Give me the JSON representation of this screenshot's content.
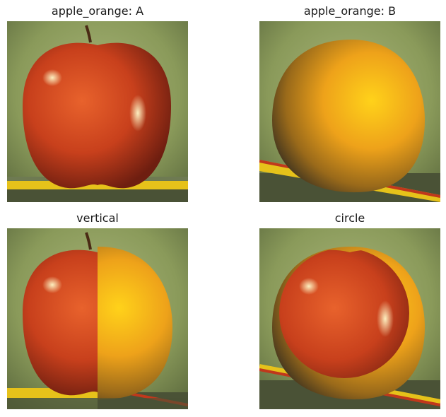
{
  "panels": [
    {
      "id": "a",
      "title": "apple_orange: A",
      "content": "apple"
    },
    {
      "id": "b",
      "title": "apple_orange: B",
      "content": "orange"
    },
    {
      "id": "v",
      "title": "vertical",
      "content": "vertical blend"
    },
    {
      "id": "c",
      "title": "circle",
      "content": "circle blend"
    }
  ],
  "colors": {
    "background_green": "#8a9a5a",
    "apple_red": "#c8401c",
    "orange": "#e69a1a",
    "pencil_yellow": "#e6c21a"
  }
}
